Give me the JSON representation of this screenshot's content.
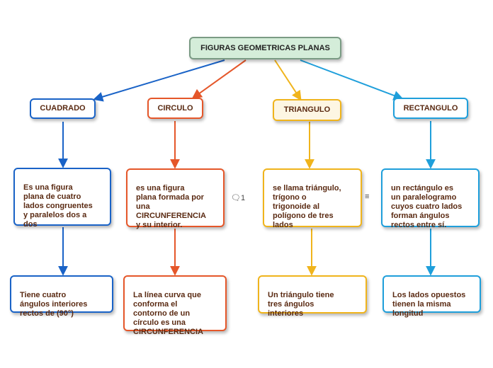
{
  "root": {
    "label": "FIGURAS GEOMETRICAS PLANAS"
  },
  "branches": [
    {
      "title": "CUADRADO",
      "desc": "Es una figura\nplana de cuatro\nlados congruentes\ny paralelos dos a\ndos",
      "detail": "Tiene cuatro\nángulos interiores\nrectos de (90°)"
    },
    {
      "title": "CIRCULO",
      "desc": "es una figura\nplana formada por\nuna\nCIRCUNFERENCIA\ny su interior.",
      "detail": "La línea curva que\nconforma el\ncontorno de un\ncírculo es una\nCIRCUNFERENCIA"
    },
    {
      "title": "TRIANGULO",
      "desc": "se llama triángulo,\ntrígono o\ntrigonoide al\npolígono de tres\nlados",
      "detail": "Un triángulo tiene\ntres ángulos\ninteriores"
    },
    {
      "title": "RECTANGULO",
      "desc": "un rectángulo es\nun paralelogramo\ncuyos cuatro lados\nforman ángulos\nrectos entre sí.",
      "detail": "Los lados opuestos\ntienen la misma\nlongitud"
    }
  ],
  "markers": {
    "comment": "1",
    "notes_icon": "notes-icon"
  },
  "colors": {
    "root_fill": "#d4edd9",
    "blue": "#1a63c7",
    "orange": "#e5572a",
    "yellow": "#f0b41c",
    "cyan": "#1f9fdb",
    "text": "#5a2a12"
  }
}
